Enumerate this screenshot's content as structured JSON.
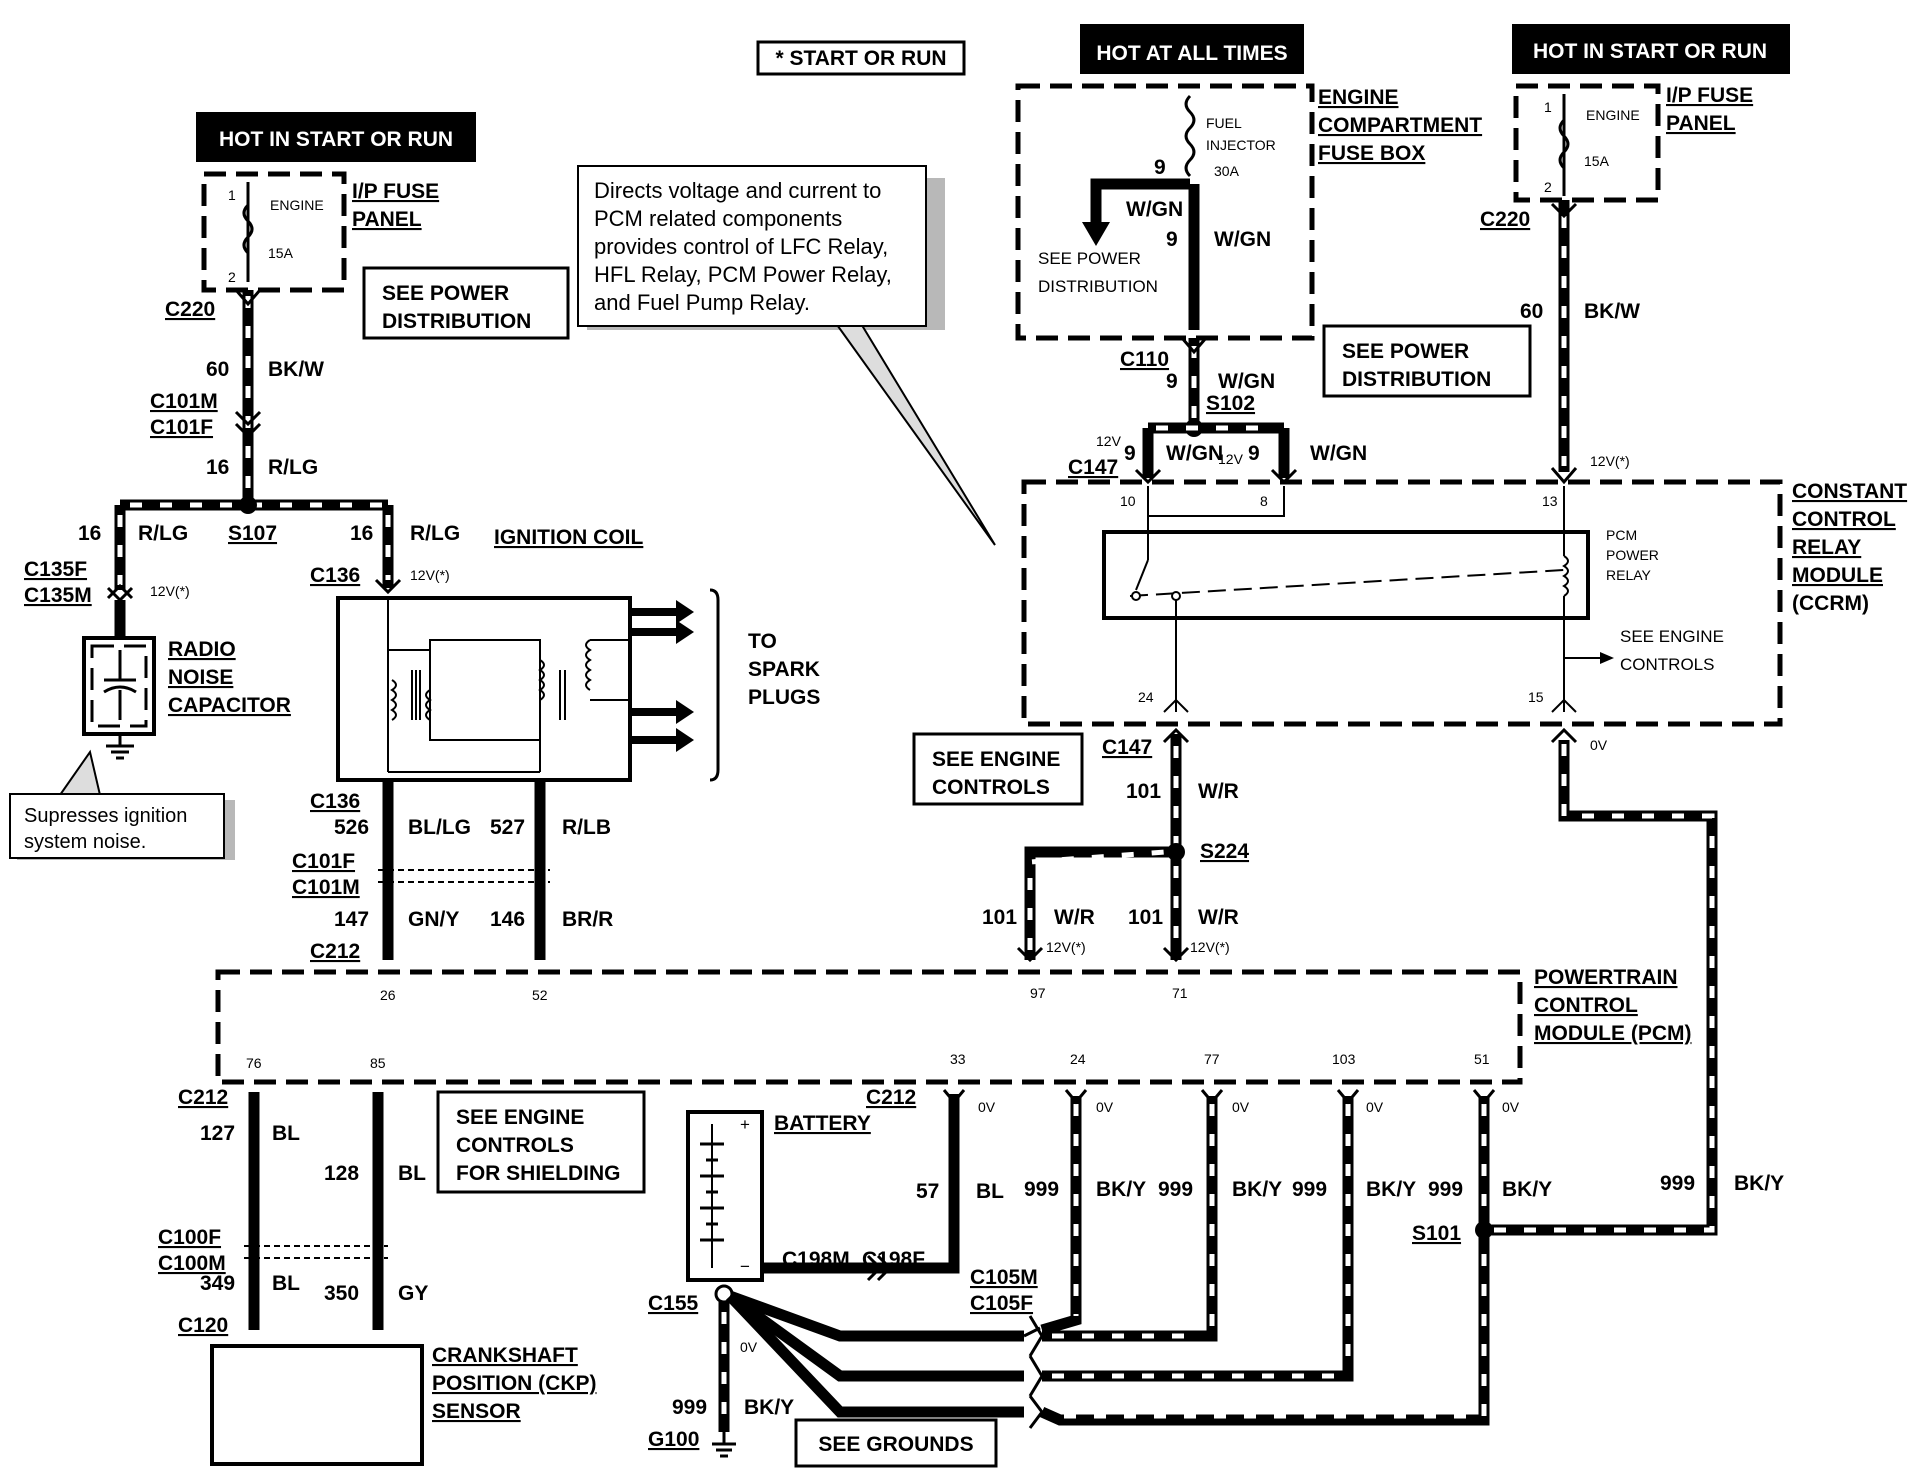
{
  "headers": {
    "hot_start_run_left": "HOT IN START OR RUN",
    "hot_at_all_times": "HOT AT ALL TIMES",
    "hot_start_run_right": "HOT IN START OR RUN",
    "start_or_run_note": "* START OR RUN"
  },
  "callouts": {
    "pcm_relay_note": [
      "Directs voltage and current to",
      "PCM related components",
      "provides control of LFC Relay,",
      "HFL Relay, PCM Power Relay,",
      "and Fuel Pump Relay."
    ],
    "capacitor_note": [
      "Supresses ignition",
      "system noise."
    ]
  },
  "references": {
    "see_power_left": [
      "SEE POWER",
      "DISTRIBUTION"
    ],
    "see_power_right": [
      "SEE POWER",
      "DISTRIBUTION"
    ],
    "see_power_fusebox": [
      "SEE POWER",
      "DISTRIBUTION"
    ],
    "see_engine_controls": [
      "SEE ENGINE",
      "CONTROLS"
    ],
    "see_engine_controls_ccrm": [
      "SEE ENGINE",
      "CONTROLS"
    ],
    "see_engine_shielding": [
      "SEE ENGINE",
      "CONTROLS",
      "FOR SHIELDING"
    ],
    "see_grounds": "SEE GROUNDS"
  },
  "components": {
    "ip_fuse_panel": [
      "I/P FUSE",
      "PANEL"
    ],
    "engine_fuse": [
      "ENGINE",
      "15A"
    ],
    "engine_fuse_box": [
      "ENGINE",
      "COMPARTMENT",
      "FUSE BOX"
    ],
    "fuel_injector_fuse": [
      "FUEL",
      "INJECTOR",
      "30A"
    ],
    "radio_capacitor": [
      "RADIO",
      "NOISE",
      "CAPACITOR"
    ],
    "ignition_coil": "IGNITION COIL",
    "spark_plugs": [
      "TO",
      "SPARK",
      "PLUGS"
    ],
    "ccrm": [
      "CONSTANT",
      "CONTROL",
      "RELAY",
      "MODULE",
      "(CCRM)"
    ],
    "pcm_power_relay": [
      "PCM",
      "POWER",
      "RELAY"
    ],
    "pcm": [
      "POWERTRAIN",
      "CONTROL",
      "MODULE (PCM)"
    ],
    "battery": "BATTERY",
    "ckp_sensor": [
      "CRANKSHAFT",
      "POSITION (CKP)",
      "SENSOR"
    ]
  },
  "connectors": {
    "c220": "C220",
    "c101m": "C101M",
    "c101f": "C101F",
    "s107": "S107",
    "c135f": "C135F",
    "c135m": "C135M",
    "c136": "C136",
    "c110": "C110",
    "s102": "S102",
    "c147": "C147",
    "s224": "S224",
    "c212": "C212",
    "c100f": "C100F",
    "c100m": "C100M",
    "c120": "C120",
    "c155": "C155",
    "g100": "G100",
    "c198m": "C198M",
    "c198f": "C198F",
    "c105m": "C105M",
    "c105f": "C105F",
    "s101": "S101"
  },
  "wires": {
    "n60": "60",
    "bkw": "BK/W",
    "n16": "16",
    "rlg": "R/LG",
    "n526": "526",
    "bllg": "BL/LG",
    "n527": "527",
    "rlb": "R/LB",
    "n147": "147",
    "gny": "GN/Y",
    "n146": "146",
    "brr": "BR/R",
    "n127": "127",
    "bl": "BL",
    "n128": "128",
    "n349": "349",
    "n350": "350",
    "gy": "GY",
    "n9": "9",
    "wgn": "W/GN",
    "n101": "101",
    "wr": "W/R",
    "n57": "57",
    "n999": "999",
    "bky": "BK/Y"
  },
  "voltages": {
    "v12s": "12V(*)",
    "v0": "0V",
    "v12": "12V"
  },
  "pins": {
    "p1": "1",
    "p2": "2",
    "p10": "10",
    "p8": "8",
    "p13": "13",
    "p24": "24",
    "p15": "15",
    "p26": "26",
    "p52": "52",
    "p97": "97",
    "p71": "71",
    "p76": "76",
    "p85": "85",
    "p33": "33",
    "p77": "77",
    "p103": "103",
    "p51": "51"
  },
  "battery_terms": {
    "pos": "+",
    "neg": "−"
  }
}
